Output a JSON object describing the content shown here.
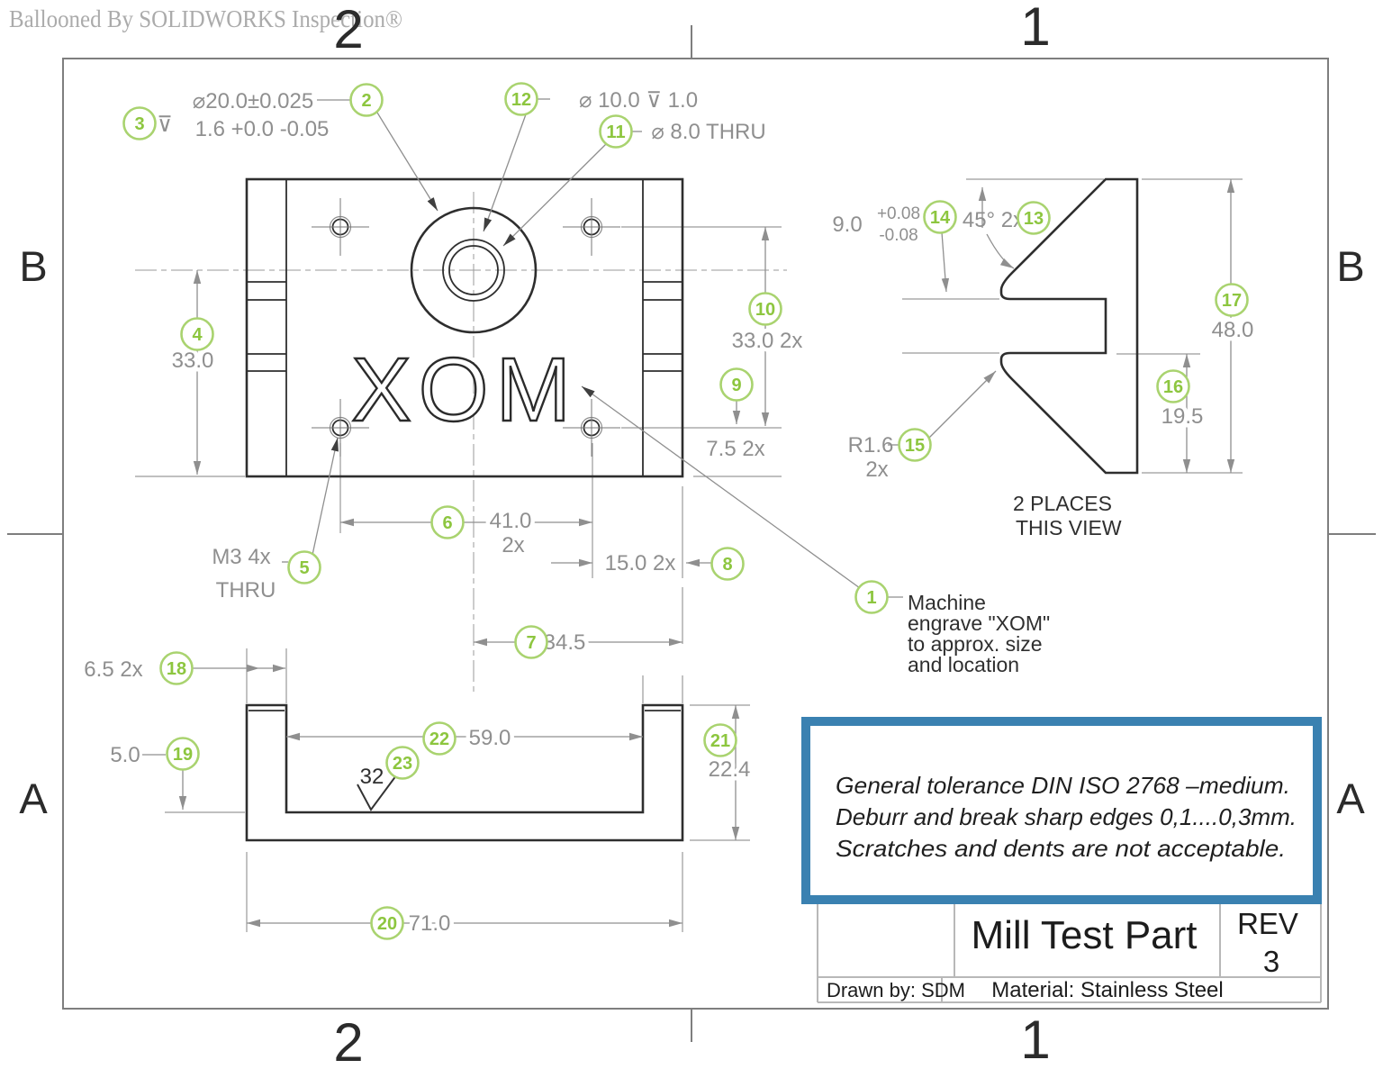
{
  "watermark": "Ballooned By SOLIDWORKS Inspection®",
  "zones": {
    "top_left": "2",
    "top_right": "1",
    "bottom_left": "2",
    "bottom_right": "1",
    "upper_left": "B",
    "upper_right": "B",
    "lower_left": "A",
    "lower_right": "A"
  },
  "engraving": "XOM",
  "balloons": {
    "b1": "1",
    "b2": "2",
    "b3": "3",
    "b4": "4",
    "b5": "5",
    "b6": "6",
    "b7": "7",
    "b8": "8",
    "b9": "9",
    "b10": "10",
    "b11": "11",
    "b12": "12",
    "b13": "13",
    "b14": "14",
    "b15": "15",
    "b16": "16",
    "b17": "17",
    "b18": "18",
    "b19": "19",
    "b20": "20",
    "b21": "21",
    "b22": "22",
    "b23": "23"
  },
  "dims": {
    "counterbore_dia": "⌀20.0±0.025",
    "counterbore_depth_symbol": "⊽",
    "counterbore_depth": "1.6 +0.0 -0.05",
    "cbore_dia10": "⌀ 10.0  ⊽ 1.0",
    "hole_dia8": "⌀ 8.0 THRU",
    "height_33": "33.0",
    "thread_m3": "M3 4x",
    "thread_thru": "THRU",
    "spacing_41": "41.0",
    "spacing_41_qty": "2x",
    "edge_15": "15.0 2x",
    "center_34_5": "34.5",
    "vertical_33_2x": "33.0  2x",
    "edge_7_5": "7.5 2x",
    "slot_9": "9.0",
    "slot_9_plus": "+0.08",
    "slot_9_minus": "-0.08",
    "chamfer_45": "45° 2x",
    "radius_r1_6": "R1.6",
    "radius_qty": "2x",
    "height_48": "48.0",
    "height_19_5": "19.5",
    "wall_6_5": "6.5 2x",
    "base_5": "5.0",
    "width_59": "59.0",
    "surface_32": "32",
    "height_22_4": "22.4",
    "width_71": "71.0"
  },
  "notes": {
    "engrave": [
      "Machine",
      "engrave \"XOM\"",
      "to approx. size",
      "and location"
    ],
    "places": [
      "2 PLACES",
      "THIS VIEW"
    ],
    "tolerance": [
      "General tolerance DIN ISO 2768 –medium.",
      "Deburr and break sharp edges 0,1....0,3mm.",
      "Scratches and dents are not acceptable."
    ]
  },
  "title_block": {
    "title": "Mill Test Part",
    "rev_label": "REV",
    "rev_value": "3",
    "drawn_by": "Drawn by: SDM",
    "material": "Material: Stainless Steel"
  },
  "colors": {
    "balloon_ring": "#a9d36f",
    "balloon_number": "#8dc63f",
    "note_border": "#3a81b1",
    "dimension_gray": "#8f8f8f",
    "edge_dark": "#2e2e2e"
  }
}
